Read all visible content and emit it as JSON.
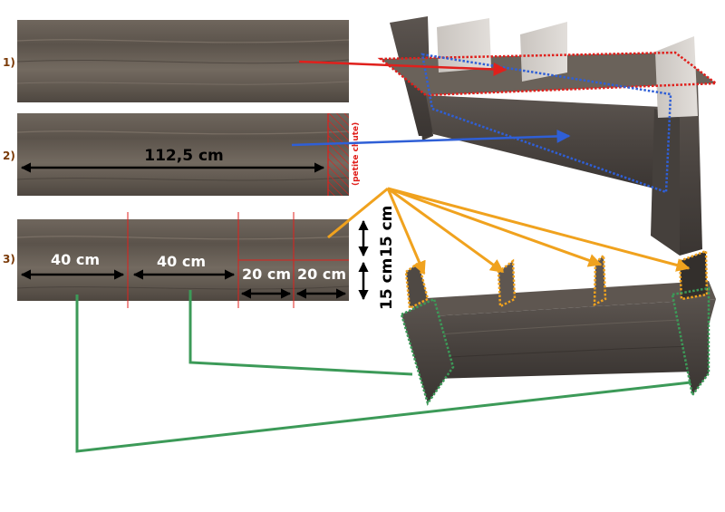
{
  "steps": [
    {
      "number": "1)"
    },
    {
      "number": "2)",
      "length_label": "112,5 cm",
      "offcut_label": "(petite chute)"
    },
    {
      "number": "3)",
      "pieces": [
        "40 cm",
        "40 cm",
        "20 cm",
        "20 cm"
      ],
      "divider_height": [
        "15 cm",
        "15 cm"
      ]
    }
  ],
  "colors": {
    "top_panel": "#e0201c",
    "front_panel": "#2f5fd6",
    "dividers": "#f0a21e",
    "sides": "#3c9a58",
    "cut_lines": "#e0201c",
    "wood_dark": "#5a524b",
    "wood_light": "#d2cdc8"
  }
}
